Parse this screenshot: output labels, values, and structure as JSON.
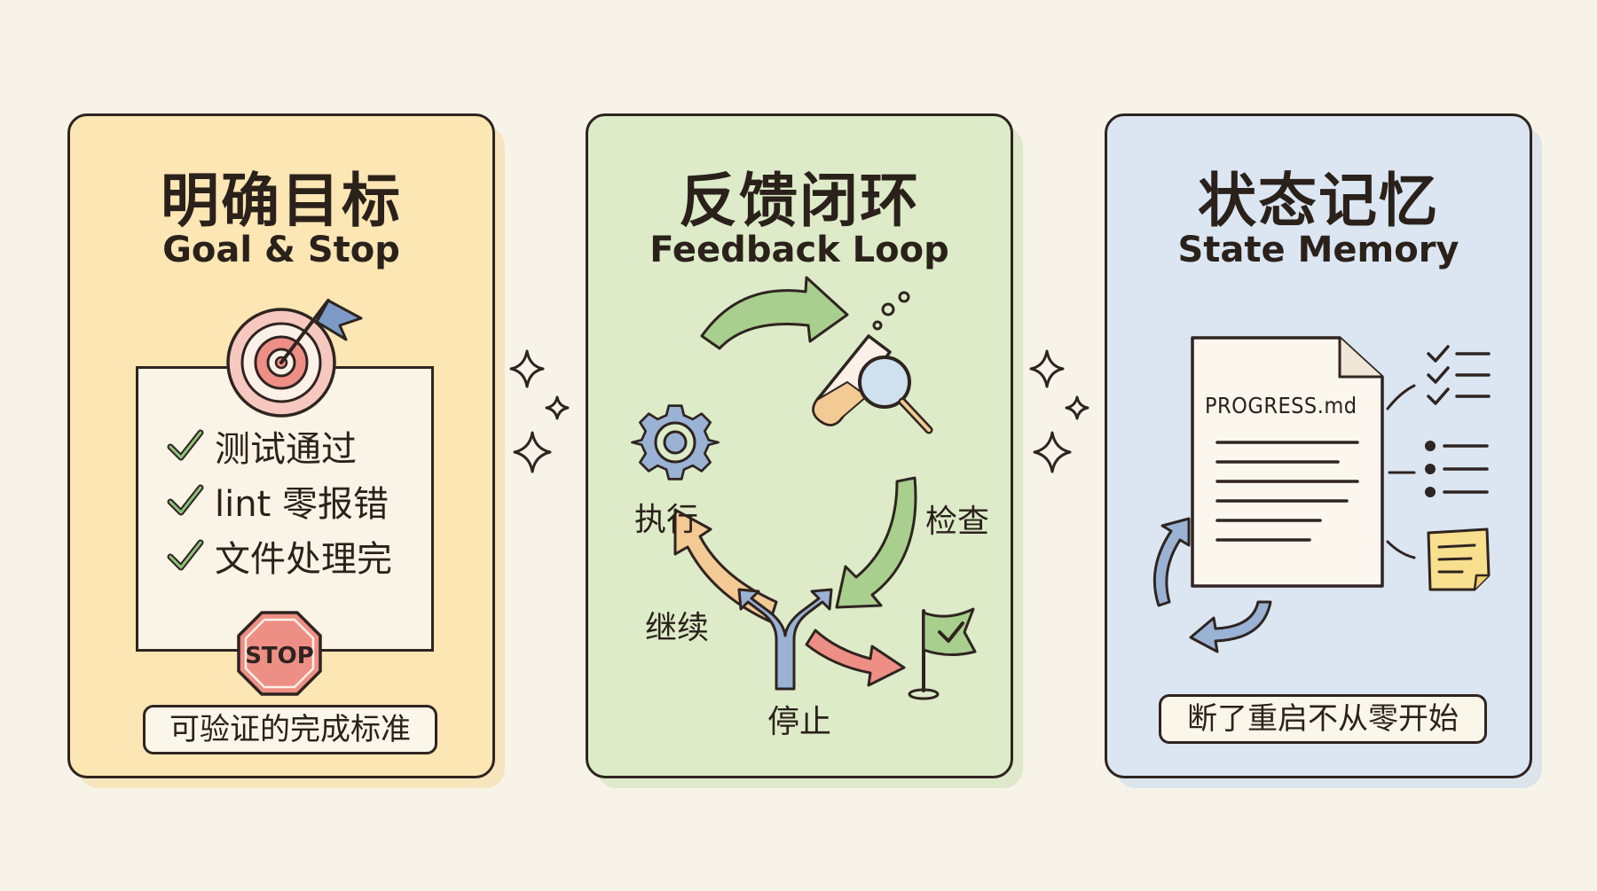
{
  "panels": [
    {
      "title": "明确目标",
      "subtitle": "Goal & Stop",
      "checklist": [
        "测试通过",
        "lint 零报错",
        "文件处理完"
      ],
      "stop_sign": "STOP",
      "tag": "可验证的完成标准"
    },
    {
      "title": "反馈闭环",
      "subtitle": "Feedback Loop",
      "loop_nodes": {
        "execute": "执行",
        "check": "检查",
        "continue": "继续",
        "stop": "停止"
      }
    },
    {
      "title": "状态记忆",
      "subtitle": "State Memory",
      "document": "PROGRESS.md",
      "tag": "断了重启不从零开始"
    }
  ],
  "colors": {
    "goal_panel": "#fbe6b4",
    "loop_panel": "#ddebc9",
    "memory_panel": "#dbe6f2",
    "outline": "#2f2420",
    "accent_red": "#ee8f86",
    "accent_green": "#8fc17a",
    "accent_blue": "#7b9bc6"
  },
  "icons": [
    "sparkle-icon",
    "target-icon",
    "flag-icon",
    "check-icon",
    "stop-sign-icon",
    "gear-icon",
    "test-tube-icon",
    "magnifier-icon",
    "fork-icon",
    "finish-flag-icon",
    "document-icon",
    "checklist-icon",
    "bullet-list-icon",
    "sticky-note-icon",
    "refresh-arrows-icon"
  ]
}
